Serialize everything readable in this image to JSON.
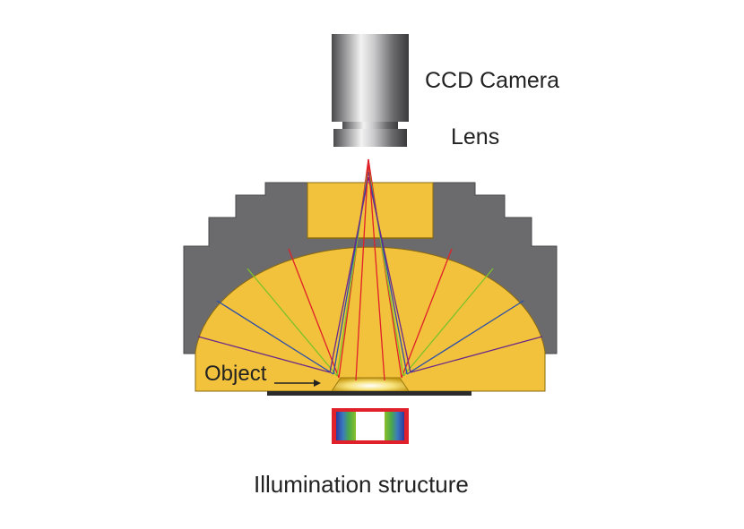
{
  "labels": {
    "camera": "CCD Camera",
    "lens": "Lens",
    "object": "Object",
    "caption": "Illumination structure"
  },
  "colors": {
    "housing": "#6b6b6d",
    "dome": "#f2c23c",
    "ray_red": "#e0202a",
    "ray_green": "#7cc22a",
    "ray_blue": "#2b4fa8",
    "ray_purple": "#6b2a8a",
    "base_plate": "#2b2b2b"
  }
}
